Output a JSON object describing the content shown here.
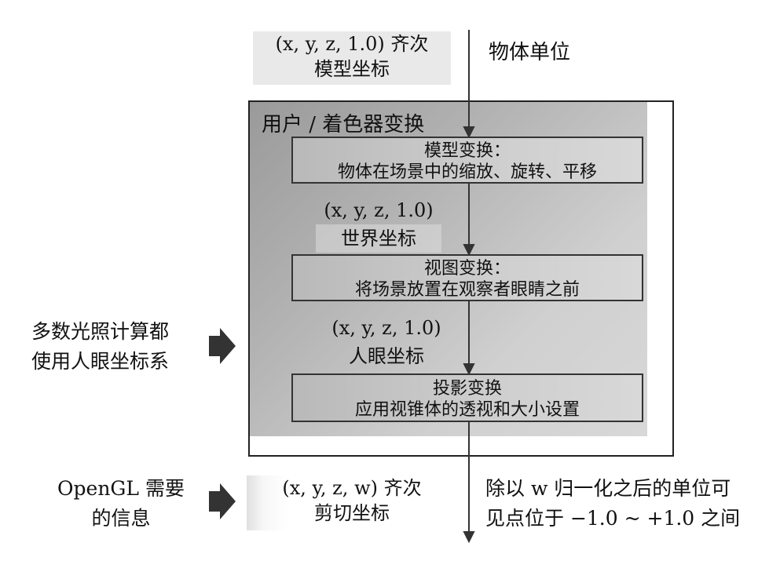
{
  "top_input": {
    "line1": "(x, y, z, 1.0) 齐次",
    "line2": "模型坐标"
  },
  "top_right_label": "物体单位",
  "region_title": "用户 / 着色器变换",
  "model_transform": {
    "line1": "模型变换：",
    "line2": "物体在场景中的缩放、旋转、平移"
  },
  "world_coords": {
    "line1": "(x, y, z, 1.0)",
    "line2": "世界坐标"
  },
  "view_transform": {
    "line1": "视图变换：",
    "line2": "将场景放置在观察者眼睛之前"
  },
  "eye_coords": {
    "line1": "(x, y, z, 1.0)",
    "line2": "人眼坐标"
  },
  "projection_transform": {
    "line1": "投影变换",
    "line2": "应用视锥体的透视和大小设置"
  },
  "left_note_lighting": {
    "line1": "多数光照计算都",
    "line2": "使用人眼坐标系"
  },
  "left_note_opengl": {
    "line1": "OpenGL 需要",
    "line2": "的信息"
  },
  "clip_coords": {
    "line1": "(x, y, z, w) 齐次",
    "line2": "剪切坐标"
  },
  "bottom_right_note": {
    "line1": "除以 w 归一化之后的单位可",
    "line2": "见点位于 −1.0 ~ +1.0 之间"
  },
  "colors": {
    "arrow": "#333333",
    "frame": "#222222",
    "region_dark": "#9a9a9a",
    "region_light": "#d8d8d8"
  },
  "icons": [
    "down-arrow-icon",
    "right-arrow-icon"
  ]
}
